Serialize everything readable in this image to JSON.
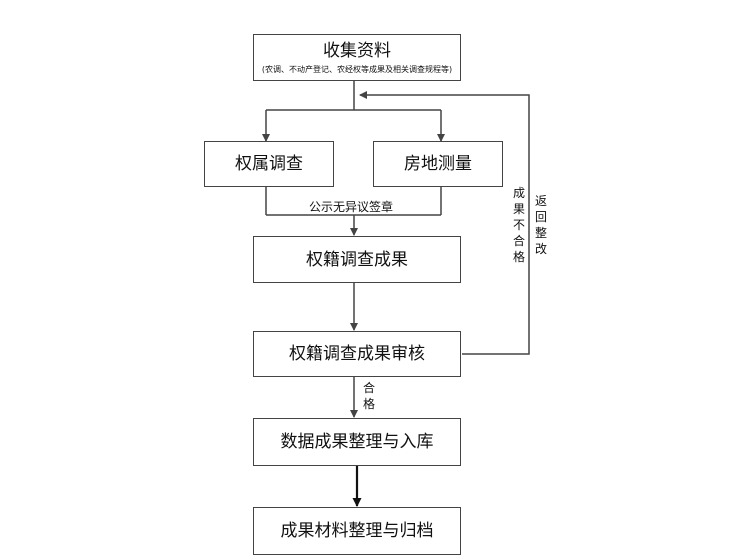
{
  "boxes": {
    "collect": {
      "title": "收集资料",
      "subtitle": "(农调、不动产登记、农经权等成果及相关调查规程等)"
    },
    "ownership": {
      "title": "权属调查"
    },
    "survey": {
      "title": "房地测量"
    },
    "result": {
      "title": "权籍调查成果"
    },
    "review": {
      "title": "权籍调查成果审核"
    },
    "database": {
      "title": "数据成果整理与入库"
    },
    "archive": {
      "title": "成果材料整理与归档"
    }
  },
  "labels": {
    "publicity": "公示无异议签章",
    "fail": "成果不合格",
    "rework": "返回整改",
    "pass": "合格"
  }
}
